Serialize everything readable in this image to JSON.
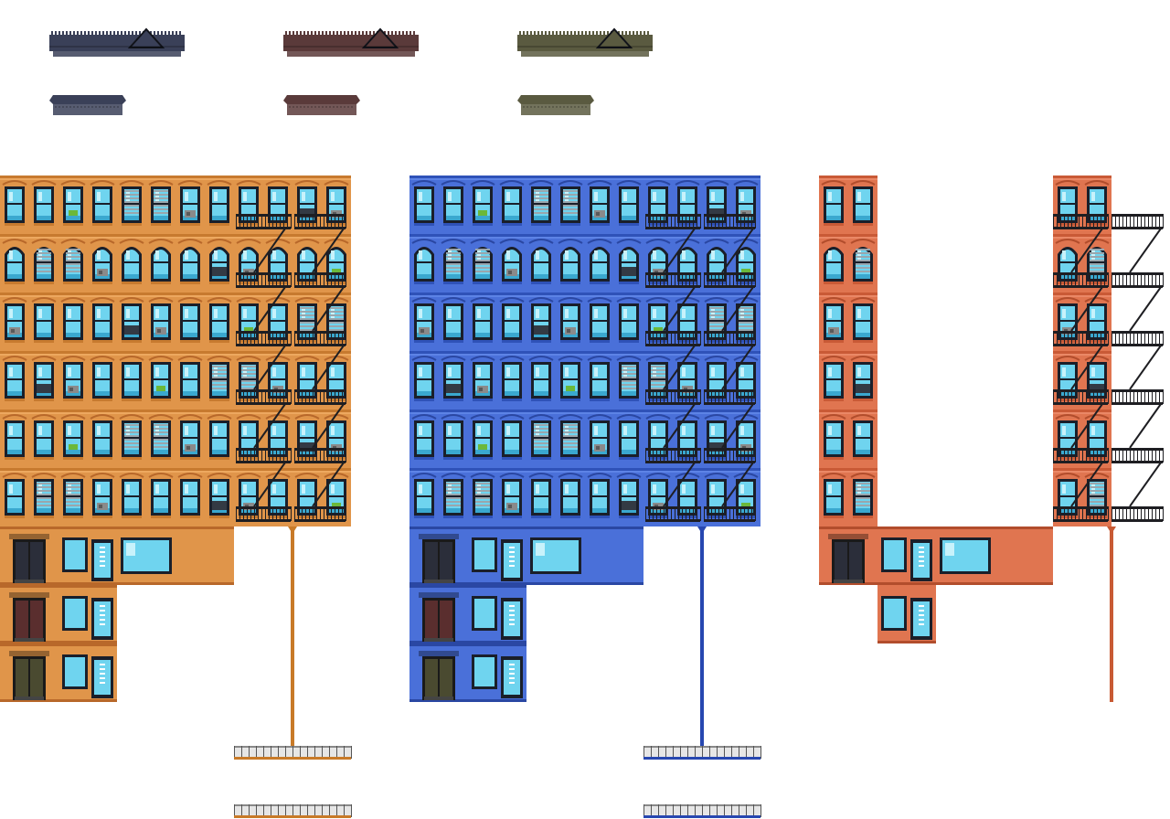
{
  "sprite_sheet": {
    "background": "#ffffff",
    "palettes": {
      "orange": {
        "wall": "#e0954a",
        "wall_dark": "#c77a2f",
        "wall_light": "#eda85f",
        "trim": "#b8682a",
        "pipe": "#c87a28"
      },
      "blue": {
        "wall": "#4a70d9",
        "wall_dark": "#2f52b8",
        "wall_light": "#5d83e6",
        "trim": "#2a47a3",
        "pipe": "#2747b0"
      },
      "brick": {
        "wall": "#e07550",
        "wall_dark": "#c95a36",
        "wall_light": "#ea8866",
        "trim": "#b24d2c",
        "pipe": "#c85a34"
      }
    },
    "cornice_colors": [
      "#3a4058",
      "#5a3a3a",
      "#5a5a40"
    ],
    "window": {
      "frame": "#1a1f2a",
      "glass": "#6fd4ef",
      "glass_light": "#c8f2fb",
      "glass_dark": "#3aa8cf",
      "blind": "#9aa6ad",
      "plant": "#6bb83a",
      "ac_unit": "#8a8a8a"
    },
    "doors": [
      "#2b2e3a",
      "#5a2e2e",
      "#4a4a30"
    ],
    "fire_escape": "#1e1e22",
    "railing": "#e6e6e6",
    "sprites": [
      "dark-cornice-large",
      "maroon-cornice-large",
      "olive-cornice-large",
      "dark-cornice-small",
      "maroon-cornice-small",
      "olive-cornice-small",
      "orange-tenement-facade",
      "blue-tenement-facade",
      "brick-narrow-facade"
    ]
  }
}
